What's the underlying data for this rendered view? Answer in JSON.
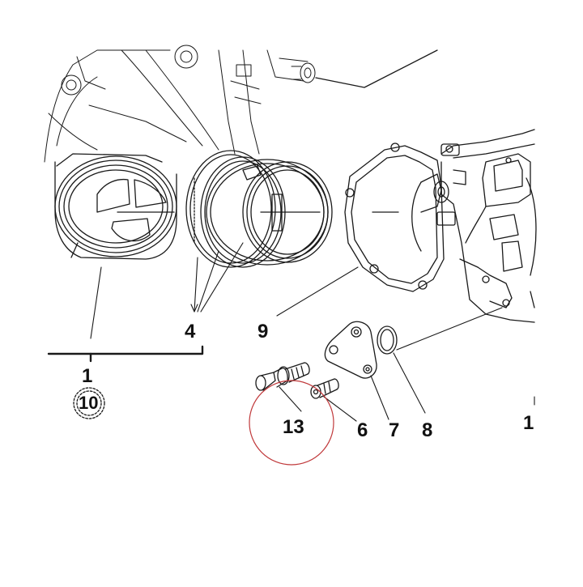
{
  "callouts": {
    "c1": "1",
    "c10": "10",
    "c4": "4",
    "c9": "9",
    "c13": "13",
    "c6": "6",
    "c7": "7",
    "c8": "8",
    "c1_right": "1"
  },
  "colors": {
    "line": "#1a1a1a",
    "highlight_circle": "#c0393b"
  }
}
